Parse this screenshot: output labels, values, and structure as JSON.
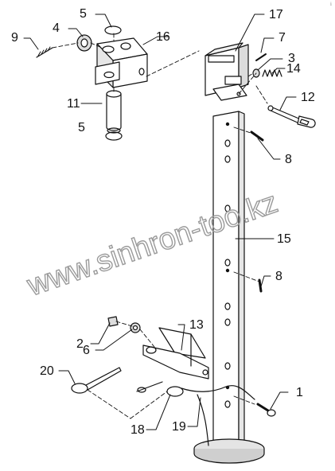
{
  "corner_mark": "ℹ",
  "watermark": "www.sinhron-too.kz",
  "callouts": [
    {
      "key": "c1",
      "num": "1"
    },
    {
      "key": "c2",
      "num": "2"
    },
    {
      "key": "c3",
      "num": "3"
    },
    {
      "key": "c4",
      "num": "4"
    },
    {
      "key": "c5a",
      "num": "5"
    },
    {
      "key": "c5b",
      "num": "5"
    },
    {
      "key": "c6",
      "num": "6"
    },
    {
      "key": "c7",
      "num": "7"
    },
    {
      "key": "c8a",
      "num": "8"
    },
    {
      "key": "c8b",
      "num": "8"
    },
    {
      "key": "c9",
      "num": "9"
    },
    {
      "key": "c11",
      "num": "11"
    },
    {
      "key": "c12",
      "num": "12"
    },
    {
      "key": "c13",
      "num": "13"
    },
    {
      "key": "c14",
      "num": "14"
    },
    {
      "key": "c15",
      "num": "15"
    },
    {
      "key": "c16",
      "num": "16"
    },
    {
      "key": "c17",
      "num": "17"
    },
    {
      "key": "c18",
      "num": "18"
    },
    {
      "key": "c19",
      "num": "19"
    },
    {
      "key": "c20",
      "num": "20"
    }
  ]
}
